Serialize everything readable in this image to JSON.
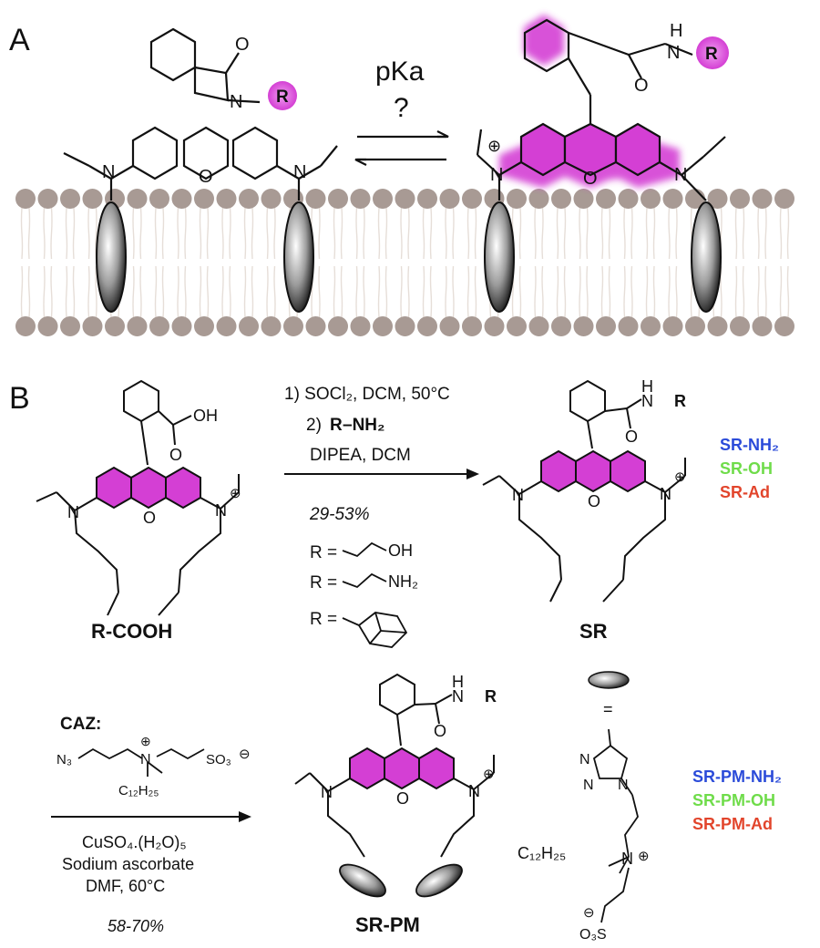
{
  "panel_a": {
    "letter": "A",
    "eq_top": "pKa",
    "eq_bottom": "?",
    "closed": {
      "N_left": "N",
      "N_right": "N",
      "O_ring": "O",
      "O_lactam": "O",
      "N_amide": "N",
      "R": "R"
    },
    "open": {
      "N_plus": "N",
      "plus": "⊕",
      "N_right": "N",
      "O_ring": "O",
      "N_amide": "N",
      "H": "H",
      "R": "R",
      "O_carbonyl": "O"
    }
  },
  "panel_b": {
    "letter": "B",
    "step1": {
      "line1": "1) SOCl₂, DCM, 50°C",
      "line2_prefix": "2)",
      "line2_reagent": "R",
      "line2_suffix": "–NH₂",
      "line3": "DIPEA, DCM",
      "yield": "29-53%",
      "r_prefix": "R =",
      "r_groups": [
        "OH",
        "NH₂"
      ]
    },
    "start_label": "R-COOH",
    "start_atoms": {
      "OH": "OH",
      "O": "O",
      "N_left": "N",
      "N_right": "N",
      "plus": "⊕",
      "O_ring": "O"
    },
    "product1_label": "SR",
    "product1_atoms": {
      "H": "H",
      "N": "N",
      "R": "R",
      "O": "O",
      "N_left": "N",
      "N_right": "N",
      "plus": "⊕",
      "O_ring": "O"
    },
    "legend1": [
      {
        "text": "SR-NH₂",
        "color": "#2b4bd9"
      },
      {
        "text": "SR-OH",
        "color": "#6fdc4a"
      },
      {
        "text": "SR-Ad",
        "color": "#e2452c"
      }
    ],
    "step2": {
      "reagent_name": "CAZ:",
      "caz_n3": "N₃",
      "caz_n": "N",
      "caz_plus": "⊕",
      "caz_so3": "SO₃",
      "caz_minus": "⊖",
      "caz_chain": "C₁₂H₂₅",
      "cond1": "CuSO₄.(H₂O)₅",
      "cond2": "Sodium ascorbate",
      "cond3": "DMF, 60°C",
      "yield": "58-70%"
    },
    "product2_label": "SR-PM",
    "product2_atoms": {
      "H": "H",
      "N": "N",
      "R": "R",
      "O": "O",
      "N_left": "N",
      "N_right": "N",
      "plus": "⊕",
      "O_ring": "O"
    },
    "anchor": {
      "eq": "=",
      "n1": "N",
      "n2": "N",
      "n3": "N",
      "chain": "C₁₂H₂₅",
      "n_plus": "N",
      "plus": "⊕",
      "minus": "⊖",
      "so3": "O₃S"
    },
    "legend2": [
      {
        "text": "SR-PM-NH₂",
        "color": "#2b4bd9"
      },
      {
        "text": "SR-PM-OH",
        "color": "#6fdc4a"
      },
      {
        "text": "SR-PM-Ad",
        "color": "#e2452c"
      }
    ]
  },
  "colors": {
    "magenta": "#d43fd4",
    "membrane": "#a89a94",
    "tail": "#e6ded8"
  }
}
